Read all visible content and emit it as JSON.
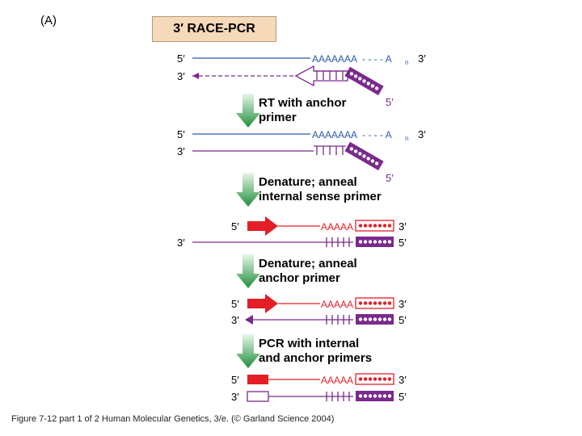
{
  "panel_label": "(A)",
  "title": "3′ RACE-PCR",
  "steps": [
    "RT with anchor\nprimer",
    "Denature; anneal\ninternal sense primer",
    "Denature; anneal\nanchor primer",
    "PCR with internal\nand anchor primers"
  ],
  "labels": {
    "five_prime": "5′",
    "three_prime": "3′",
    "poly_a_long": "AAAAAAA",
    "poly_a_dash": "- - - - A",
    "poly_a_sub": "n",
    "poly_a_short": "AAAAA",
    "poly_t": "TTTTT"
  },
  "caption": "Figure 7-12  part 1 of 2   Human Molecular Genetics, 3/e.  (© Garland Science 2004)",
  "colors": {
    "mrna_blue": "#2b5aa8",
    "cdna_purple": "#7a2a8c",
    "primer_red": "#e41e26",
    "arrow_green": "#2fa14a",
    "title_bg": "#f5d9b8"
  }
}
